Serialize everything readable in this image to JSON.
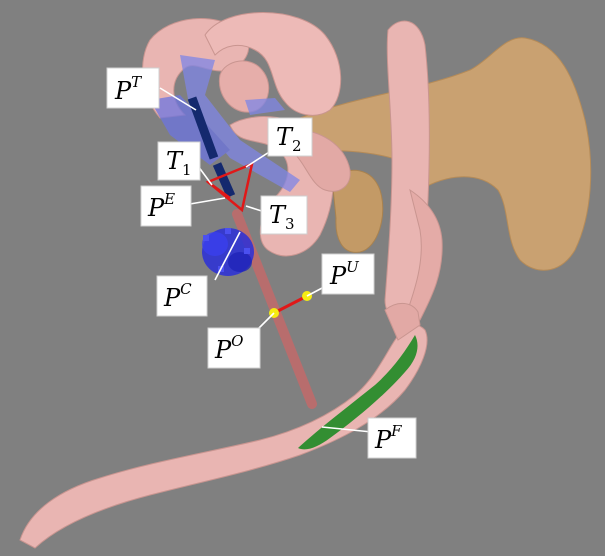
{
  "labels": {
    "PT": {
      "main": "P",
      "sup": "T"
    },
    "T2": {
      "main": "T",
      "sub": "2"
    },
    "T1": {
      "main": "T",
      "sub": "1"
    },
    "PE": {
      "main": "P",
      "sup": "E"
    },
    "T3": {
      "main": "T",
      "sub": "3"
    },
    "PU": {
      "main": "P",
      "sup": "U"
    },
    "PC": {
      "main": "P",
      "sup": "C"
    },
    "PO": {
      "main": "P",
      "sup": "O"
    },
    "PF": {
      "main": "P",
      "sup": "F"
    }
  },
  "colors": {
    "background": "#808080",
    "tissue": "#e9b5b2",
    "bone": "#c9a171",
    "trajectory": "#c26a6a",
    "needle": "#14296e",
    "target_cloud": "#2a2fd8",
    "plane": "#7f86e6",
    "triangle": "#e01818",
    "segment": "#e01818",
    "point": "#f5ec12",
    "region": "#1f8a24"
  }
}
